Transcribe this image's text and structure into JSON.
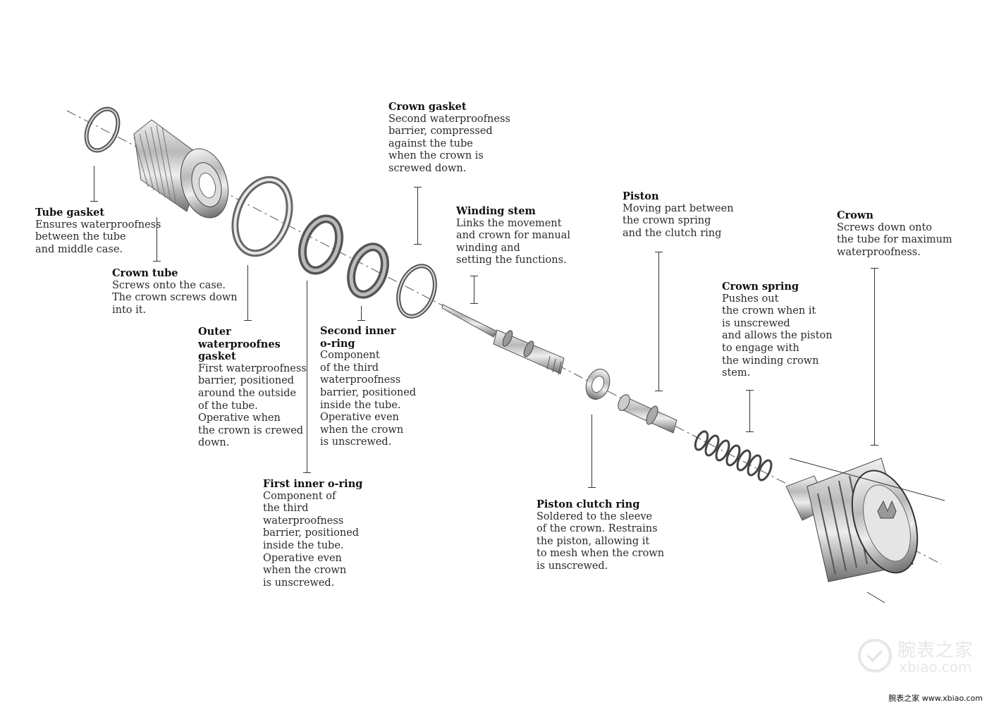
{
  "parts": {
    "tube_gasket": {
      "title": "Tube gasket",
      "desc": "Ensures waterproofness\nbetween the tube\nand middle case."
    },
    "crown_tube": {
      "title": "Crown tube",
      "desc": "Screws onto the case.\nThe crown screws down\ninto it."
    },
    "outer_gasket": {
      "title": "Outer\nwaterproofnes\ngasket",
      "desc": "First waterproofness\nbarrier, positioned\naround the outside\nof the tube.\nOperative when\nthe crown is crewed\ndown."
    },
    "second_oring": {
      "title": "Second inner\no-ring",
      "desc": "Component\nof the third\nwaterproofness\nbarrier, positioned\ninside the tube.\nOperative even\nwhen the crown\nis unscrewed."
    },
    "first_oring": {
      "title": "First inner o-ring",
      "desc": "Component of\nthe third\nwaterproofness\nbarrier, positioned\ninside the tube.\nOperative even\nwhen the crown\nis unscrewed."
    },
    "crown_gasket": {
      "title": "Crown gasket",
      "desc": "Second waterproofness\nbarrier, compressed\nagainst the tube\nwhen the crown is\nscrewed down."
    },
    "winding_stem": {
      "title": "Winding stem",
      "desc": "Links the movement\nand crown for manual\nwinding and\nsetting the functions."
    },
    "piston": {
      "title": "Piston",
      "desc": "Moving part between\nthe crown spring\nand the clutch ring"
    },
    "crown_spring": {
      "title": "Crown spring",
      "desc": "Pushes out\nthe crown when it\nis unscrewed\nand allows the piston\nto engage with\nthe winding crown\nstem."
    },
    "crown": {
      "title": "Crown",
      "desc": "Screws down onto\nthe tube for maximum\nwaterproofness."
    },
    "clutch_ring": {
      "title": "Piston clutch ring",
      "desc": "Soldered to the sleeve\nof the crown. Restrains\nthe piston, allowing it\nto mesh when the crown\nis unscrewed."
    }
  },
  "watermark": {
    "brand": "腕表之家",
    "domain": "xbiao.com"
  },
  "footer": "腕表之家 www.xbiao.com",
  "colors": {
    "ink": "#222222",
    "metal": "#9a9a9a",
    "background": "#ffffff"
  }
}
